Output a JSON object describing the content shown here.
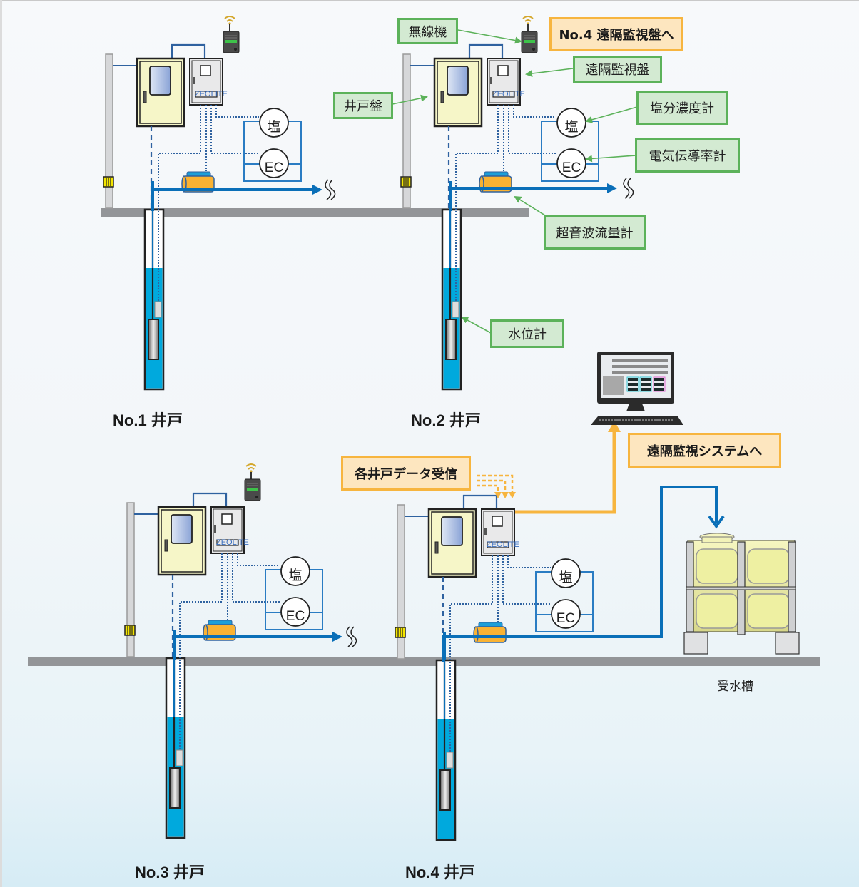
{
  "diagram": {
    "wells": [
      {
        "title": "No.1 井戸"
      },
      {
        "title": "No.2 井戸"
      },
      {
        "title": "No.3 井戸"
      },
      {
        "title": "No.4 井戸"
      }
    ],
    "meters": {
      "salt": "塩",
      "ec": "EC"
    },
    "panel_brand": "ZEOLITE",
    "callouts": {
      "radio": "無線機",
      "to_no4_panel": "No.4 遠隔監視盤へ",
      "remote_panel": "遠隔監視盤",
      "well_panel": "井戸盤",
      "salinity_meter": "塩分濃度計",
      "conductivity_meter": "電気伝導率計",
      "flow_meter": "超音波流量計",
      "water_level_meter": "水位計",
      "data_receive": "各井戸データ受信",
      "to_monitoring_system": "遠隔監視システムへ"
    },
    "tank_label": "受水槽"
  },
  "colors": {
    "pipe": "#0a6fb8",
    "water": "#00a9dd",
    "ground": "#939598",
    "green_label": "#5cb25a",
    "orange_label": "#f7b53f",
    "flowmeter": "#f9b233",
    "panel_yellow": "#f6f6c8"
  }
}
